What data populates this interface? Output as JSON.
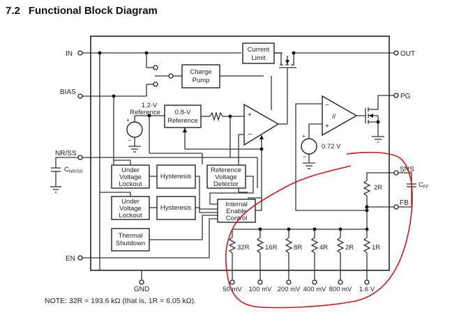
{
  "heading": {
    "number": "7.2",
    "title": "Functional Block Diagram"
  },
  "pins": {
    "in": "IN",
    "bias": "BIAS",
    "nr_ss": "NR/SS",
    "en": "EN",
    "gnd": "GND",
    "out": "OUT",
    "pg": "PG",
    "sns": "SNS",
    "fb": "FB"
  },
  "capacitors": {
    "c_nrss_main": "C",
    "c_nrss_sub": "NR/SS",
    "c_ff_main": "C",
    "c_ff_sub": "FF"
  },
  "blocks": {
    "current_limit": [
      "Current",
      "Limit"
    ],
    "charge_pump": [
      "Charge",
      "Pump"
    ],
    "ref_08": [
      "0.8-V",
      "Reference"
    ],
    "ref_12": [
      "1.2-V",
      "Reference"
    ],
    "uvlo1": [
      "Under",
      "Voltage",
      "Lockout"
    ],
    "uvlo2": [
      "Under",
      "Voltage",
      "Lockout"
    ],
    "hyst1": "Hysteresis",
    "hyst2": "Hysteresis",
    "ref_detector": [
      "Reference",
      "Voltage",
      "Detector"
    ],
    "enable_control": [
      "Internal",
      "Enable",
      "Control"
    ],
    "thermal": [
      "Thermal",
      "Shutdown"
    ]
  },
  "pg_reference": "0.72 V",
  "feedback_resistor": "2R",
  "resistor_ladder": [
    {
      "value": "32R",
      "pin": "50 mV"
    },
    {
      "value": "16R",
      "pin": "100 mV"
    },
    {
      "value": "8R",
      "pin": "200 mV"
    },
    {
      "value": "4R",
      "pin": "400 mV"
    },
    {
      "value": "2R",
      "pin": "800 mV"
    },
    {
      "value": "1R",
      "pin": "1.6 V"
    }
  ],
  "note": "NOTE: 32R = 193.6 kΩ (that is, 1R = 6.05 kΩ).",
  "annotation_color": "#d0161c"
}
